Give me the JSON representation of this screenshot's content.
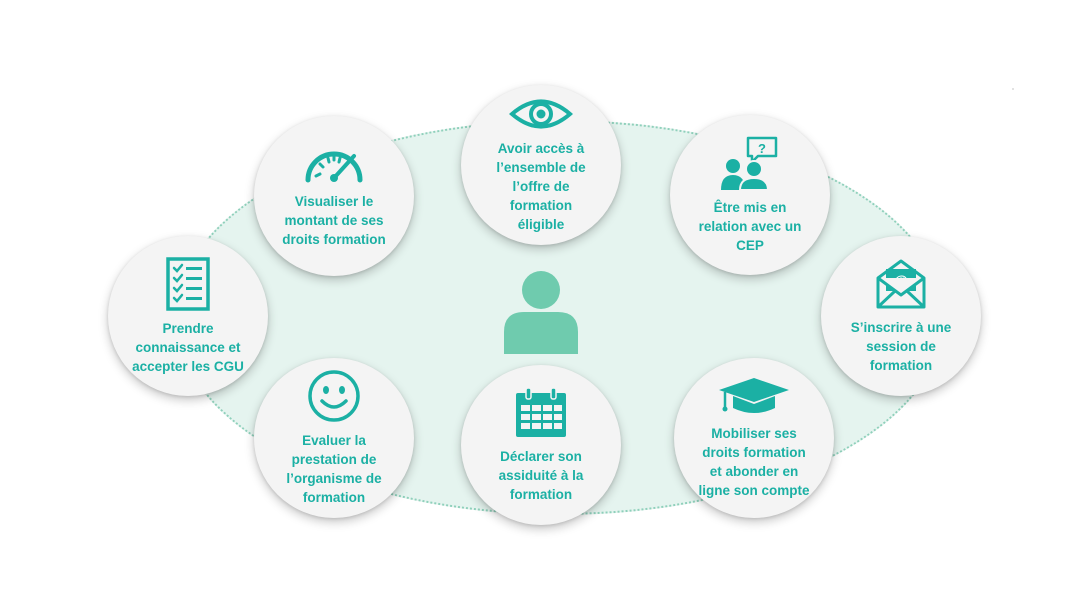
{
  "colors": {
    "accent": "#1bb0a4",
    "ellipse_fill": "#e5f4ef",
    "ellipse_border": "#8fd0bb",
    "person": "#6fcbae",
    "node_fill": "#f4f4f4"
  },
  "center": {
    "icon": "user-icon"
  },
  "nodes": [
    {
      "id": "gauge",
      "icon": "speedometer-icon",
      "label": "Visualiser le\nmontant de ses\ndroits formation"
    },
    {
      "id": "eye",
      "icon": "eye-icon",
      "label": "Avoir accès à\nl’ensemble de\nl’offre de\nformation\néligible"
    },
    {
      "id": "cep",
      "icon": "people-question-icon",
      "label": "Être mis en\nrelation avec un\nCEP"
    },
    {
      "id": "cgu",
      "icon": "checklist-icon",
      "label": "Prendre\nconnaissance et\naccepter les CGU"
    },
    {
      "id": "mail",
      "icon": "envelope-at-icon",
      "label": "S’inscrire à une\nsession de\nformation"
    },
    {
      "id": "smile",
      "icon": "smiley-icon",
      "label": "Evaluer la\nprestation de\nl’organisme de\nformation"
    },
    {
      "id": "calendar",
      "icon": "calendar-icon",
      "label": "Déclarer son\nassiduité à la\nformation"
    },
    {
      "id": "cap",
      "icon": "graduation-cap-icon",
      "label": "Mobiliser ses\ndroits formation\net abonder en\nligne son compte"
    }
  ]
}
